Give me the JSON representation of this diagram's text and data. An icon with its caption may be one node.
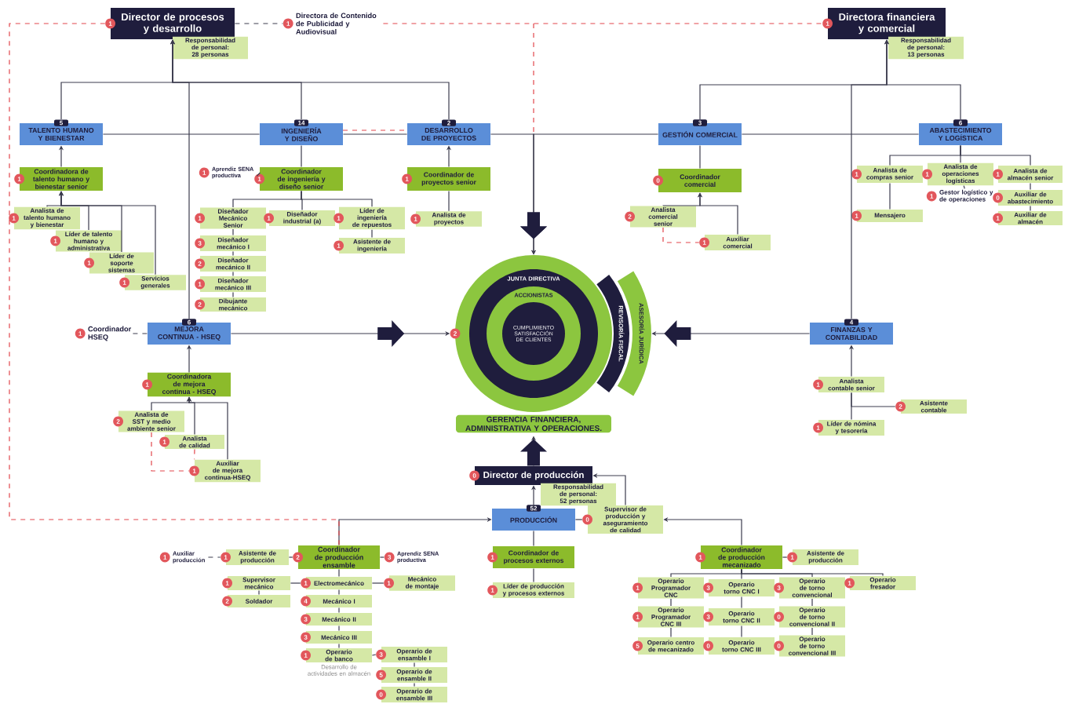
{
  "diagram": {
    "nodes": [
      {
        "text": [
          "Director de procesos y desarrollo"
        ],
        "beside": [
          "1"
        ]
      },
      {
        "text": [
          "Responsabilidad de personal: 28 personas"
        ]
      },
      {
        "text": [
          "Directora de Contenido de Publicidad y Audiovisual"
        ],
        "beside": [
          "1"
        ]
      },
      {
        "text": [
          "Directora financiera y comercial"
        ],
        "beside": [
          "1"
        ]
      },
      {
        "text": [
          "Responsabilidad de personal: 13 personas"
        ]
      },
      {
        "text": [
          "TALENTO HUMANO Y BIENESTAR"
        ],
        "beside": [
          "5"
        ]
      },
      {
        "text": [
          "INGENIERÍA Y DISEÑO"
        ],
        "beside": [
          "14"
        ]
      },
      {
        "text": [
          "DESARROLLO DE PROYECTOS"
        ],
        "beside": [
          "2"
        ]
      },
      {
        "text": [
          "GESTIÓN COMERCIAL"
        ],
        "beside": [
          "3"
        ]
      },
      {
        "text": [
          "ABASTECIMIENTO Y LOGÍSTICA"
        ],
        "beside": [
          "6"
        ]
      },
      {
        "text": [
          "Coordinadora de talento humano y bienestar senior"
        ],
        "beside": [
          "1"
        ]
      },
      {
        "text": [
          "Analista de talento humano y bienestar"
        ],
        "beside": [
          "1"
        ]
      },
      {
        "text": [
          "Líder de talento humano y administrativa"
        ],
        "beside": [
          "1"
        ]
      },
      {
        "text": [
          "Líder de soporte sistemas"
        ],
        "beside": [
          "1"
        ]
      },
      {
        "text": [
          "Servicios generales"
        ],
        "beside": [
          "1"
        ]
      },
      {
        "text": [
          "Aprendiz SENA productiva"
        ],
        "beside": [
          "1"
        ]
      },
      {
        "text": [
          "Coordinador de ingeniería y diseño senior"
        ],
        "beside": [
          "1"
        ]
      },
      {
        "text": [
          "Diseñador Mecánico Senior"
        ],
        "beside": [
          "1"
        ]
      },
      {
        "text": [
          "Diseñador mecánico I"
        ],
        "beside": [
          "3"
        ]
      },
      {
        "text": [
          "Diseñador mecánico II"
        ],
        "beside": [
          "2"
        ]
      },
      {
        "text": [
          "Diseñador mecánico III"
        ],
        "beside": [
          "1"
        ]
      },
      {
        "text": [
          "Dibujante mecánico"
        ],
        "beside": [
          "2"
        ]
      },
      {
        "text": [
          "Diseñador industrial (a)"
        ],
        "beside": [
          "1"
        ]
      },
      {
        "text": [
          "Líder de ingeniería de repuestos"
        ],
        "beside": [
          "1"
        ]
      },
      {
        "text": [
          "Asistente de ingeniería"
        ],
        "beside": [
          "1"
        ]
      },
      {
        "text": [
          "Coordinador de proyectos senior"
        ],
        "beside": [
          "1"
        ]
      },
      {
        "text": [
          "Analista de proyectos"
        ],
        "beside": [
          "1"
        ]
      },
      {
        "text": [
          "Coordinador comercial"
        ],
        "beside": [
          "0"
        ]
      },
      {
        "text": [
          "Analista comercial senior"
        ],
        "beside": [
          "2"
        ]
      },
      {
        "text": [
          "Auxiliar comercial"
        ],
        "beside": [
          "1"
        ]
      },
      {
        "text": [
          "Analista de compras senior"
        ],
        "beside": [
          "1"
        ]
      },
      {
        "text": [
          "Analista de operaciones logísticas"
        ],
        "beside": [
          "1"
        ]
      },
      {
        "text": [
          "Analista de almacén senior"
        ],
        "beside": [
          "1"
        ]
      },
      {
        "text": [
          "Mensajero"
        ],
        "beside": [
          "1"
        ]
      },
      {
        "text": [
          "Gestor logístico y de operaciones"
        ],
        "beside": [
          "1"
        ]
      },
      {
        "text": [
          "Auxiliar de abastecimiento"
        ],
        "beside": [
          "0"
        ]
      },
      {
        "text": [
          "Auxiliar de almacén"
        ],
        "beside": [
          "1"
        ]
      },
      {
        "text": [
          "MEJORA CONTINUA - HSEQ"
        ],
        "beside": [
          "6"
        ]
      },
      {
        "text": [
          "Coordinador HSEQ"
        ],
        "beside": [
          "1"
        ]
      },
      {
        "text": [
          "Coordinadora de mejora continua - HSEQ"
        ],
        "beside": [
          "1"
        ]
      },
      {
        "text": [
          "Analista de SST y medio ambiente senior"
        ],
        "beside": [
          "2"
        ]
      },
      {
        "text": [
          "Analista de calidad"
        ],
        "beside": [
          "1"
        ]
      },
      {
        "text": [
          "Auxiliar de mejora continua-HSEQ"
        ],
        "beside": [
          "1"
        ]
      },
      {
        "text": [
          "GERENCIA FINANCIERA, ADMINISTRATIVA Y OPERACIONES."
        ],
        "beside": [
          "2"
        ]
      },
      {
        "text": [
          "JUNTA DIRECTIVA"
        ],
        "in": 43
      },
      {
        "text": [
          "ACCIONISTAS"
        ],
        "in": 44
      },
      {
        "text": [
          "CUMPLIMIENTO SATISFACCIÓN DE CLIENTES"
        ],
        "in": 45
      },
      {
        "text": [
          "REVISORÍA FISCAL"
        ]
      },
      {
        "text": [
          "ASESORÍA JURÍDICA"
        ]
      },
      {
        "text": [
          "FINANZAS Y CONTABILIDAD"
        ],
        "beside": [
          "4"
        ]
      },
      {
        "text": [
          "Analista contable senior"
        ],
        "beside": [
          "1"
        ]
      },
      {
        "text": [
          "Asistente contable"
        ],
        "beside": [
          "2"
        ]
      },
      {
        "text": [
          "Líder de nómina y tesorería"
        ],
        "beside": [
          "1"
        ]
      },
      {
        "text": [
          "Director de producción"
        ],
        "beside": [
          "0"
        ]
      },
      {
        "text": [
          "Responsabilidad de personal: 52 personas"
        ]
      },
      {
        "text": [
          "PRODUCCIÓN"
        ],
        "beside": [
          "52"
        ]
      },
      {
        "text": [
          "Supervisor de producción y aseguramiento de calidad"
        ],
        "beside": [
          "0"
        ]
      },
      {
        "text": [
          "Auxiliar producción"
        ],
        "beside": [
          "1"
        ]
      },
      {
        "text": [
          "Asistente de producción"
        ],
        "beside": [
          "1"
        ]
      },
      {
        "text": [
          "Coordinador de producción ensamble"
        ],
        "beside": [
          "2"
        ]
      },
      {
        "text": [
          "Aprendiz SENA productiva"
        ],
        "beside": [
          "3"
        ]
      },
      {
        "text": [
          "Supervisor mecánico"
        ],
        "beside": [
          "1"
        ]
      },
      {
        "text": [
          "Soldador"
        ],
        "beside": [
          "2"
        ]
      },
      {
        "text": [
          "Electromecánico"
        ],
        "beside": [
          "1"
        ]
      },
      {
        "text": [
          "Mecánico I"
        ],
        "beside": [
          "4"
        ]
      },
      {
        "text": [
          "Mecánico II"
        ],
        "beside": [
          "3"
        ]
      },
      {
        "text": [
          "Mecánico III"
        ],
        "beside": [
          "3"
        ]
      },
      {
        "text": [
          "Operario de banco"
        ],
        "beside": [
          "1",
          "Desarrollo de actividades en almacén"
        ]
      },
      {
        "text": [
          "Mecánico de montaje"
        ],
        "beside": [
          "1"
        ]
      },
      {
        "text": [
          "Operario de ensamble I"
        ],
        "beside": [
          "3"
        ]
      },
      {
        "text": [
          "Operario de ensamble II"
        ],
        "beside": [
          "5"
        ]
      },
      {
        "text": [
          "Operario de ensamble III"
        ],
        "beside": [
          "0"
        ]
      },
      {
        "text": [
          "Coordinador de procesos externos"
        ],
        "beside": [
          "1"
        ]
      },
      {
        "text": [
          "Líder de producción y procesos externos"
        ],
        "beside": [
          "1"
        ]
      },
      {
        "text": [
          "Coordinador de producción mecanizado"
        ],
        "beside": [
          "1"
        ]
      },
      {
        "text": [
          "Asistente de producción"
        ],
        "beside": [
          "1"
        ]
      },
      {
        "text": [
          "Operario Programador CNC"
        ],
        "beside": [
          "1"
        ]
      },
      {
        "text": [
          "Operario Programador CNC III"
        ],
        "beside": [
          "1"
        ]
      },
      {
        "text": [
          "Operario centro de mecanizado"
        ],
        "beside": [
          "5"
        ]
      },
      {
        "text": [
          "Operario torno CNC I"
        ],
        "beside": [
          "3"
        ]
      },
      {
        "text": [
          "Operario torno CNC II"
        ],
        "beside": [
          "3"
        ]
      },
      {
        "text": [
          "Operario torno CNC III"
        ],
        "beside": [
          "0"
        ]
      },
      {
        "text": [
          "Operario de torno convencional"
        ],
        "beside": [
          "3"
        ]
      },
      {
        "text": [
          "Operario de torno convencional II"
        ],
        "beside": [
          "0"
        ]
      },
      {
        "text": [
          "Operario de torno convencional III"
        ],
        "beside": [
          "0"
        ]
      },
      {
        "text": [
          "Operario fresador"
        ],
        "beside": [
          "1"
        ]
      }
    ],
    "edges": [
      {
        "from": 5,
        "to": 0,
        "arrow": "to"
      },
      {
        "from": 6,
        "to": 0,
        "arrow": "to"
      },
      {
        "from": 7,
        "to": 0,
        "arrow": "to"
      },
      {
        "from": 37,
        "to": 0,
        "arrow": "to"
      },
      {
        "from": 0,
        "to": 2,
        "arrow": "none",
        "style": "dashed"
      },
      {
        "from": 2,
        "to": 3,
        "arrow": "none",
        "style": "dashed",
        "color": "#e2474c"
      },
      {
        "from": 5,
        "to": 6,
        "arrow": "none"
      },
      {
        "from": 6,
        "to": 7,
        "arrow": "none"
      },
      {
        "from": 6,
        "to": 7,
        "arrow": "none",
        "style": "dashed",
        "color": "#e2474c"
      },
      {
        "from": 7,
        "to": 43,
        "arrow": "to"
      },
      {
        "from": 8,
        "to": 43,
        "arrow": "to"
      },
      {
        "from": 8,
        "to": 9,
        "arrow": "none"
      },
      {
        "from": 8,
        "to": 3,
        "arrow": "to"
      },
      {
        "from": 9,
        "to": 3,
        "arrow": "to"
      },
      {
        "from": 49,
        "to": 3,
        "arrow": "to"
      },
      {
        "from": 10,
        "to": 5,
        "arrow": "to"
      },
      {
        "from": 11,
        "to": 10,
        "arrow": "to"
      },
      {
        "from": 12,
        "to": 10,
        "arrow": "to"
      },
      {
        "from": 13,
        "to": 10,
        "arrow": "to"
      },
      {
        "from": 14,
        "to": 10,
        "arrow": "to"
      },
      {
        "from": 16,
        "to": 6,
        "arrow": "none"
      },
      {
        "from": 15,
        "to": 16,
        "arrow": "none",
        "style": "dashed"
      },
      {
        "from": 17,
        "to": 16,
        "arrow": "none"
      },
      {
        "from": 22,
        "to": 16,
        "arrow": "none"
      },
      {
        "from": 23,
        "to": 16,
        "arrow": "none"
      },
      {
        "from": 18,
        "to": 17,
        "arrow": "none"
      },
      {
        "from": 19,
        "to": 18,
        "arrow": "none"
      },
      {
        "from": 20,
        "to": 19,
        "arrow": "none"
      },
      {
        "from": 21,
        "to": 20,
        "arrow": "none"
      },
      {
        "from": 24,
        "to": 23,
        "arrow": "none"
      },
      {
        "from": 25,
        "to": 7,
        "arrow": "to"
      },
      {
        "from": 26,
        "to": 25,
        "arrow": "none"
      },
      {
        "from": 27,
        "to": 8,
        "arrow": "none"
      },
      {
        "from": 28,
        "to": 27,
        "arrow": "to"
      },
      {
        "from": 29,
        "to": 27,
        "arrow": "to"
      },
      {
        "from": 28,
        "to": 29,
        "arrow": "none",
        "style": "dashed",
        "color": "#e2474c"
      },
      {
        "from": 30,
        "to": 9,
        "arrow": "none"
      },
      {
        "from": 31,
        "to": 9,
        "arrow": "none"
      },
      {
        "from": 32,
        "to": 9,
        "arrow": "none"
      },
      {
        "from": 33,
        "to": 30,
        "arrow": "none"
      },
      {
        "from": 34,
        "to": 31,
        "arrow": "none"
      },
      {
        "from": 35,
        "to": 32,
        "arrow": "none"
      },
      {
        "from": 36,
        "to": 35,
        "arrow": "none"
      },
      {
        "from": 37,
        "to": 43,
        "arrow": "to"
      },
      {
        "from": 38,
        "to": 37,
        "arrow": "none",
        "style": "dashed"
      },
      {
        "from": 39,
        "to": 37,
        "arrow": "to"
      },
      {
        "from": 40,
        "to": 39,
        "arrow": "to"
      },
      {
        "from": 41,
        "to": 39,
        "arrow": "to"
      },
      {
        "from": 42,
        "to": 39,
        "arrow": "to"
      },
      {
        "from": 40,
        "to": 42,
        "arrow": "none",
        "style": "dashed",
        "color": "#e2474c"
      },
      {
        "from": 41,
        "to": 42,
        "arrow": "none",
        "style": "dashed",
        "color": "#e2474c"
      },
      {
        "from": 49,
        "to": 48,
        "arrow": "to"
      },
      {
        "from": 50,
        "to": 49,
        "arrow": "to"
      },
      {
        "from": 51,
        "to": 50,
        "arrow": "none"
      },
      {
        "from": 52,
        "to": 50,
        "arrow": "none"
      },
      {
        "from": 53,
        "to": 43,
        "arrow": "to"
      },
      {
        "from": 55,
        "to": 53,
        "arrow": "to"
      },
      {
        "from": 56,
        "to": 53,
        "arrow": "to"
      },
      {
        "from": 55,
        "to": 56,
        "arrow": "none"
      },
      {
        "from": 74,
        "to": 56,
        "arrow": "to"
      },
      {
        "from": 59,
        "to": 55,
        "arrow": "to"
      },
      {
        "from": 0,
        "to": 59,
        "arrow": "none",
        "style": "dashed",
        "color": "#e2474c"
      },
      {
        "from": 72,
        "to": 55,
        "arrow": "none"
      },
      {
        "from": 73,
        "to": 72,
        "arrow": "none"
      },
      {
        "from": 58,
        "to": 59,
        "arrow": "none"
      },
      {
        "from": 57,
        "to": 58,
        "arrow": "none",
        "style": "dashed"
      },
      {
        "from": 60,
        "to": 59,
        "arrow": "none"
      },
      {
        "from": 63,
        "to": 59,
        "arrow": "none"
      },
      {
        "from": 61,
        "to": 63,
        "arrow": "none"
      },
      {
        "from": 68,
        "to": 63,
        "arrow": "none"
      },
      {
        "from": 62,
        "to": 61,
        "arrow": "none"
      },
      {
        "from": 64,
        "to": 63,
        "arrow": "none"
      },
      {
        "from": 65,
        "to": 64,
        "arrow": "none"
      },
      {
        "from": 66,
        "to": 65,
        "arrow": "none"
      },
      {
        "from": 67,
        "to": 66,
        "arrow": "none"
      },
      {
        "from": 69,
        "to": 67,
        "arrow": "none"
      },
      {
        "from": 70,
        "to": 69,
        "arrow": "none"
      },
      {
        "from": 71,
        "to": 70,
        "arrow": "none"
      },
      {
        "from": 75,
        "to": 74,
        "arrow": "none"
      },
      {
        "from": 76,
        "to": 74,
        "arrow": "none"
      },
      {
        "from": 79,
        "to": 74,
        "arrow": "none"
      },
      {
        "from": 82,
        "to": 74,
        "arrow": "none"
      },
      {
        "from": 85,
        "to": 74,
        "arrow": "none"
      },
      {
        "from": 77,
        "to": 76,
        "arrow": "none"
      },
      {
        "from": 78,
        "to": 77,
        "arrow": "none"
      },
      {
        "from": 80,
        "to": 79,
        "arrow": "none"
      },
      {
        "from": 81,
        "to": 80,
        "arrow": "none"
      },
      {
        "from": 83,
        "to": 82,
        "arrow": "none"
      },
      {
        "from": 84,
        "to": 83,
        "arrow": "none"
      }
    ]
  }
}
